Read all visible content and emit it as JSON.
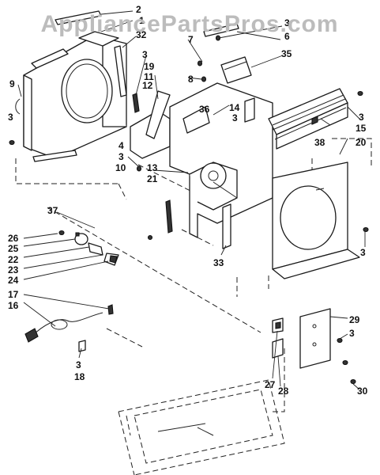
{
  "watermark": "AppliancePartsPros.com",
  "callouts": {
    "c2": "2",
    "c1": "1",
    "c32": "32",
    "c3a": "3",
    "c6": "6",
    "c35": "35",
    "c3b": "3",
    "c19": "19",
    "c11": "11",
    "c12": "12",
    "c7": "7",
    "c8": "8",
    "c9": "9",
    "c3c": "3",
    "c36": "36",
    "c14": "14",
    "c3d": "3",
    "c3e": "3",
    "c15": "15",
    "c38": "38",
    "c20": "20",
    "c4": "4",
    "c3f": "3",
    "c10": "10",
    "c13": "13",
    "c21": "21",
    "c37": "37",
    "c26": "26",
    "c25": "25",
    "c22": "22",
    "c23": "23",
    "c24": "24",
    "c33": "33",
    "c3g": "3",
    "c17": "17",
    "c16": "16",
    "c29": "29",
    "c3h": "3",
    "c3i": "3",
    "c18": "18",
    "c27": "27",
    "c28": "28",
    "c30": "30"
  }
}
